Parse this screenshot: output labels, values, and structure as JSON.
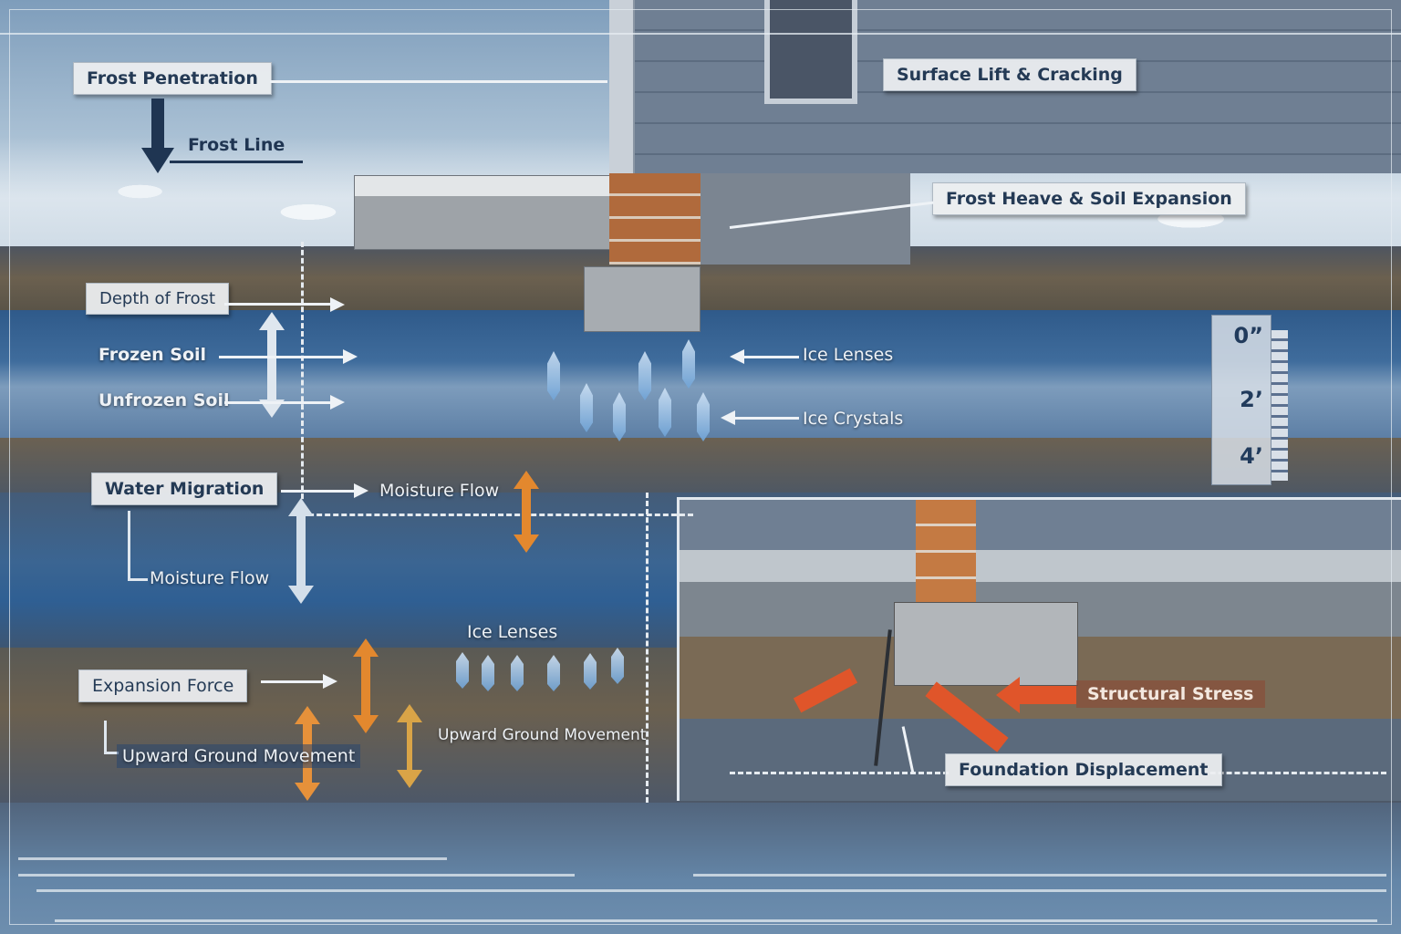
{
  "diagram": {
    "subject": "Frost heave effect on building foundation (cross-section)",
    "colors": {
      "label_box_bg": "#eceef0",
      "label_text_dark": "#243a55",
      "label_text_light": "#eef2f6",
      "frozen_soil_blue": "#3f6c9c",
      "expansion_arrow_orange": "#e3882e",
      "stress_arrow_red": "#e0552a",
      "brick": "#b06a3c",
      "concrete": "#a7acb1"
    }
  },
  "labels": {
    "frost_penetration": "Frost Penetration",
    "frost_line": "Frost Line",
    "surface_lift": "Surface Lift & Cracking",
    "frost_heave": "Frost Heave & Soil Expansion",
    "depth_of_frost": "Depth of Frost",
    "frozen_soil": "Frozen Soil",
    "unfrozen_soil": "Unfrozen Soil",
    "ice_lenses_top": "Ice Lenses",
    "ice_crystals": "Ice Crystals",
    "water_migration": "Water Migration",
    "moisture_flow_right": "Moisture Flow",
    "moisture_flow_left": "Moisture Flow",
    "ice_lenses_mid": "Ice Lenses",
    "expansion_force": "Expansion Force",
    "upward_ground_movement_left": "Upward Ground Movement",
    "upward_ground_movement_mid": "Upward Ground Movement",
    "structural_stress": "Structural Stress",
    "foundation_displacement": "Foundation Displacement"
  },
  "depth_scale": {
    "marks": [
      "0”",
      "2’",
      "4’"
    ]
  },
  "icons": {
    "frost_arrow": "down-arrow",
    "depth_arrow": "double-vertical-arrow",
    "expansion_arrow": "double-vertical-arrow-orange",
    "stress_arrow": "red-arrow"
  }
}
